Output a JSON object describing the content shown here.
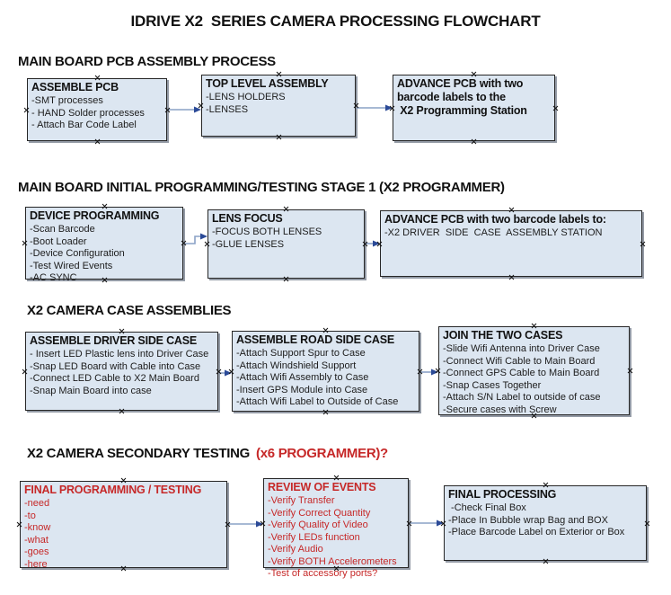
{
  "title": "IDRIVE X2  SERIES CAMERA PROCESSING FLOWCHART",
  "colors": {
    "box_fill": "#dce6f1",
    "box_border": "#262626",
    "red": "#c62828",
    "arrow_line": "#8aa2c6",
    "arrow_head": "#2b4a97"
  },
  "sections": [
    {
      "header": "MAIN BOARD PCB ASSEMBLY PROCESS",
      "header_red": "",
      "boxes": [
        {
          "title": "ASSEMBLE PCB",
          "items": [
            "-SMT processes",
            "- HAND Solder processes",
            "- Attach Bar Code Label"
          ]
        },
        {
          "title": "TOP LEVEL ASSEMBLY",
          "items": [
            "-LENS HOLDERS",
            "-LENSES"
          ]
        },
        {
          "title": "ADVANCE PCB with two\nbarcode labels to the\n X2 Programming Station",
          "items": []
        }
      ]
    },
    {
      "header": "MAIN BOARD INITIAL PROGRAMMING/TESTING STAGE 1 (X2 PROGRAMMER)",
      "header_red": "",
      "boxes": [
        {
          "title": "DEVICE PROGRAMMING",
          "items": [
            "-Scan Barcode",
            "-Boot Loader",
            "-Device Configuration",
            "-Test Wired Events",
            "-AC SYNC"
          ]
        },
        {
          "title": "LENS FOCUS",
          "items": [
            "-FOCUS BOTH LENSES",
            "-GLUE LENSES"
          ]
        },
        {
          "title": "ADVANCE PCB with two barcode labels to:",
          "items": [
            "-X2 DRIVER  SIDE  CASE  ASSEMBLY STATION"
          ]
        }
      ]
    },
    {
      "header": "X2 CAMERA CASE ASSEMBLIES",
      "header_red": "",
      "boxes": [
        {
          "title": "ASSEMBLE DRIVER SIDE CASE",
          "items": [
            "- Insert LED Plastic lens into Driver Case",
            "-Snap LED Board with Cable into Case",
            "-Connect LED Cable to X2 Main Board",
            "-Snap Main Board into case"
          ]
        },
        {
          "title": "ASSEMBLE ROAD SIDE CASE",
          "items": [
            "-Attach Support Spur to Case",
            "-Attach Windshield Support",
            "-Attach Wifi Assembly to Case",
            "-Insert GPS Module into Case",
            "-Attach Wifi Label to Outside of Case"
          ]
        },
        {
          "title": "JOIN THE TWO CASES",
          "items": [
            "-Slide Wifi Antenna into Driver Case",
            "-Connect Wifi Cable to Main Board",
            "-Connect GPS Cable to Main Board",
            "-Snap Cases Together",
            "-Attach S/N Label to outside of case",
            "-Secure cases with Screw"
          ]
        }
      ]
    },
    {
      "header": "X2 CAMERA SECONDARY TESTING",
      "header_red": "(x6 PROGRAMMER)?",
      "boxes": [
        {
          "title": "FINAL PROGRAMMING / TESTING",
          "items": [
            "-need",
            "-to",
            "-know",
            "-what",
            "-goes",
            "-here"
          ]
        },
        {
          "title": "REVIEW OF EVENTS",
          "items": [
            "-Verify Transfer",
            "-Verify Correct Quantity",
            "-Verify Quality of Video",
            "-Verify LEDs function",
            "-Verify Audio",
            "-Verify BOTH Accelerometers",
            "-Test of accessory ports?"
          ]
        },
        {
          "title": "FINAL PROCESSING",
          "items": [
            " -Check Final Box",
            "-Place In Bubble wrap Bag and BOX",
            "-Place Barcode Label on Exterior or Box"
          ]
        }
      ]
    }
  ]
}
